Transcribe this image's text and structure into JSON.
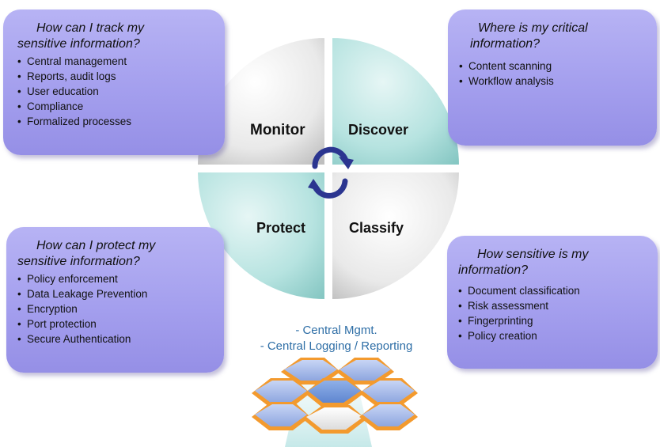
{
  "boxes": {
    "track": {
      "question_line1": "How can I track my",
      "question_line2": "sensitive information?",
      "items": [
        "Central management",
        "Reports, audit logs",
        "User education",
        "Compliance",
        "Formalized processes"
      ]
    },
    "critical": {
      "question_line1": "Where is my critical",
      "question_line2": "information?",
      "items": [
        "Content scanning",
        "Workflow analysis"
      ]
    },
    "protect": {
      "question_line1": "How can I protect my",
      "question_line2": "sensitive information?",
      "items": [
        "Policy enforcement",
        "Data Leakage Prevention",
        "Encryption",
        "Port protection",
        "Secure Authentication"
      ]
    },
    "sensitive": {
      "question_line1": "How sensitive is my",
      "question_line2": "information?",
      "items": [
        "Document classification",
        "Risk assessment",
        "Fingerprinting",
        "Policy creation"
      ]
    }
  },
  "cycle": {
    "monitor": "Monitor",
    "discover": "Discover",
    "protect": "Protect",
    "classify": "Classify"
  },
  "central": {
    "line1": "- Central Mgmt.",
    "line2": "- Central Logging / Reporting"
  },
  "colors": {
    "box_fill": "#a49fee",
    "central_text": "#2e6ea6",
    "teal_quadrant": "#a9dcd9",
    "gray_quadrant": "#e6e6e6",
    "arrow": "#2b3590",
    "hex_orange": "#f39a2e",
    "hex_blue": "#9db3e6"
  }
}
